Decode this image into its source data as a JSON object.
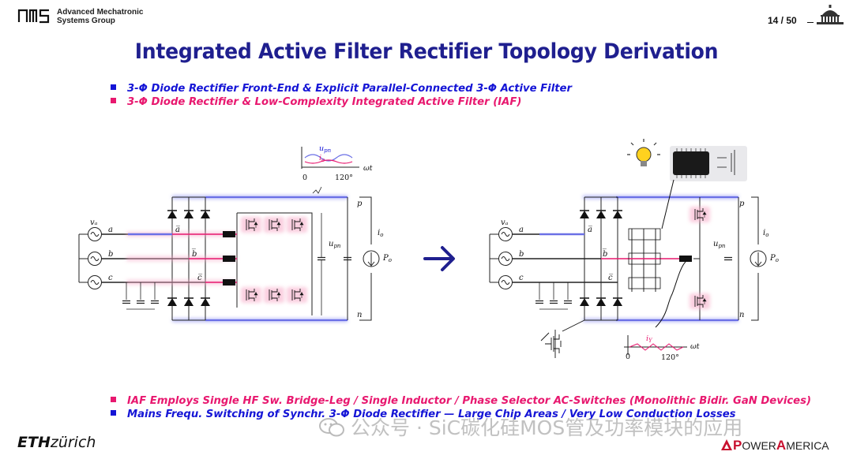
{
  "header": {
    "group_line1": "Advanced Mechatronic",
    "group_line2": "Systems Group",
    "page": "14 / 50"
  },
  "title": "Integrated Active Filter Rectifier Topology Derivation",
  "bullets_top": [
    "3-Φ Diode Rectifier Front-End  &  Explicit Parallel-Connected 3-Φ Active Filter",
    "3-Φ Diode Rectifier & Low-Complexity Integrated Active Filter (IAF)"
  ],
  "bullets_bottom": [
    "IAF Employs Single HF Sw. Bridge-Leg / Single Inductor / Phase Selector AC-Switches (Monolithic Bidir. GaN Devices)",
    "Mains Frequ. Switching of Synchr. 3-Φ Diode Rectifier — Large Chip Areas / Very Low Conduction Losses"
  ],
  "diagram": {
    "left": {
      "phases": [
        "a",
        "b",
        "c"
      ],
      "rect_nodes": [
        "a̅",
        "b̅",
        "c̅"
      ],
      "source_label": "vₐ",
      "rails": [
        "p",
        "n"
      ],
      "dc_voltage": "u",
      "dc_voltage_sub": "pn",
      "load_current": "i",
      "load_current_sub": "o",
      "load_power": "P",
      "load_power_sub": "o",
      "inset_label_u": "u",
      "inset_label_u_sub": "pn",
      "inset_label_i": "i",
      "inset_label_i_sub": "o",
      "inset_axis_zero": "0",
      "inset_axis_120": "120°",
      "inset_axis_var": "ωt"
    },
    "right": {
      "phases": [
        "a",
        "b",
        "c"
      ],
      "rect_nodes": [
        "a̅",
        "b̅",
        "c̅"
      ],
      "source_label": "vₐ",
      "rails": [
        "p",
        "n"
      ],
      "dc_voltage": "u",
      "dc_voltage_sub": "pn",
      "load_current": "i",
      "load_current_sub": "o",
      "load_power": "P",
      "load_power_sub": "o",
      "inset_label_i": "i",
      "inset_label_i_sub": "Y",
      "inset_axis_zero": "0",
      "inset_axis_120": "120°",
      "inset_axis_var": "ωt"
    },
    "colors": {
      "blue_highlight": "#8a8ff0",
      "pink_highlight": "#f7a8c6",
      "wire": "#222222"
    }
  },
  "footer": {
    "eth_bold": "ETH",
    "eth_rest": "zürich",
    "watermark": "公众号 · SiC碳化硅MOS管及功率模块的应用",
    "pa_a": "P",
    "pa_rest": "OWER",
    "pa_b": "A",
    "pa_rest2": "MERICA"
  }
}
